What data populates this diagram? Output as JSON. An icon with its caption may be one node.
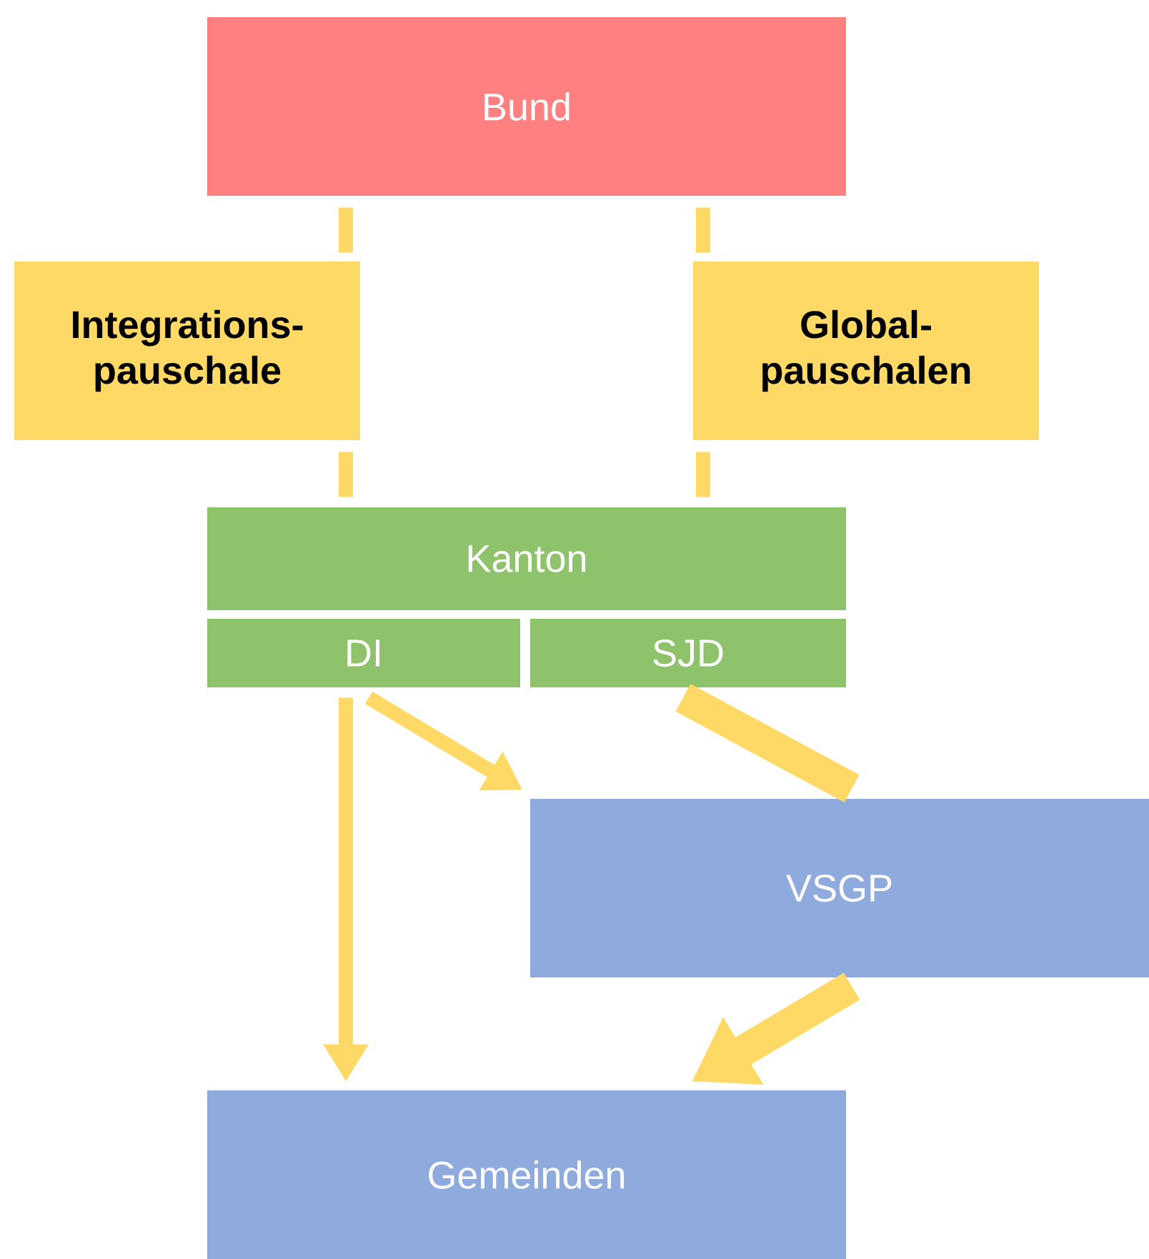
{
  "diagram": {
    "nodes": [
      {
        "text": [
          "Bund"
        ]
      },
      {
        "text": [
          "Integrations- pauschale"
        ]
      },
      {
        "text": [
          "Global- pauschalen"
        ]
      },
      {
        "text": [
          "Kanton"
        ]
      },
      {
        "text": [
          "DI"
        ]
      },
      {
        "text": [
          "SJD"
        ]
      },
      {
        "text": [
          "VSGP"
        ]
      },
      {
        "text": [
          "Gemeinden"
        ]
      }
    ],
    "edges": [
      {
        "from": 0,
        "to": 1,
        "arrow": "none"
      },
      {
        "from": 1,
        "to": 3,
        "arrow": "none"
      },
      {
        "from": 0,
        "to": 2,
        "arrow": "none"
      },
      {
        "from": 2,
        "to": 3,
        "arrow": "none"
      },
      {
        "from": 4,
        "to": 7,
        "arrow": "to"
      },
      {
        "from": 4,
        "to": 6,
        "arrow": "to"
      },
      {
        "from": 5,
        "to": 6,
        "arrow": "none",
        "style": "thick"
      },
      {
        "from": 6,
        "to": 7,
        "arrow": "to",
        "style": "thick"
      }
    ]
  }
}
